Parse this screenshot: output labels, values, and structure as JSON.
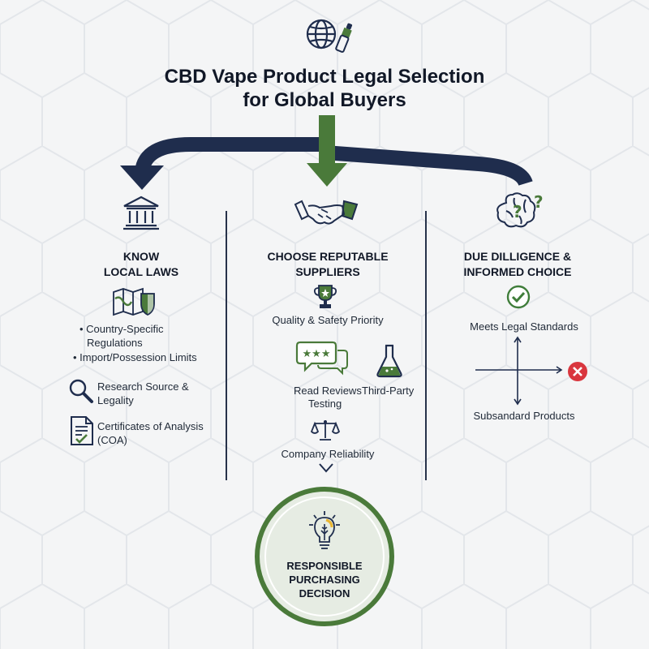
{
  "title": {
    "line1": "CBD Vape Product Legal Selection",
    "line2": "for Global Buyers"
  },
  "columns": {
    "left": {
      "heading_line1": "KNOW",
      "heading_line2": "LOCAL LAWS",
      "bullets": [
        "Country-Specific",
        "Regulations",
        "Import/Possession Limits"
      ],
      "research_line1": "Research Source &",
      "research_line2": "Legality",
      "coa_line1": "Certificates of Analysis",
      "coa_line2": "(COA)"
    },
    "middle": {
      "heading_line1": "CHOOSE REPUTABLE",
      "heading_line2": "SUPPLIERS",
      "quality": "Quality & Safety Priority",
      "reviews": "Read Reviews",
      "third_party": "Third-Party",
      "testing": "Testing",
      "reliability": "Company Reliability"
    },
    "right": {
      "heading_line1": "DUE DILLIGENCE &",
      "heading_line2": "INFORMED CHOICE",
      "meets": "Meets Legal Standards",
      "subsandard": "Subsandard Products"
    }
  },
  "decision": {
    "line1": "RESPONSIBLE",
    "line2": "PURCHASING",
    "line3": "DECISION"
  },
  "colors": {
    "navy": "#1f2d4d",
    "green": "#4a7a3a",
    "red": "#d9363e",
    "check_green": "#3f7d3a"
  },
  "icons": [
    "globe-icon",
    "vape-pen-icon",
    "courthouse-icon",
    "map-shield-icon",
    "magnifier-icon",
    "document-check-icon",
    "handshake-icon",
    "brain-question-icon",
    "trophy-icon",
    "review-stars-icon",
    "flask-icon",
    "scales-icon",
    "chevron-down-icon",
    "check-circle-icon",
    "x-circle-icon",
    "lightbulb-icon"
  ]
}
